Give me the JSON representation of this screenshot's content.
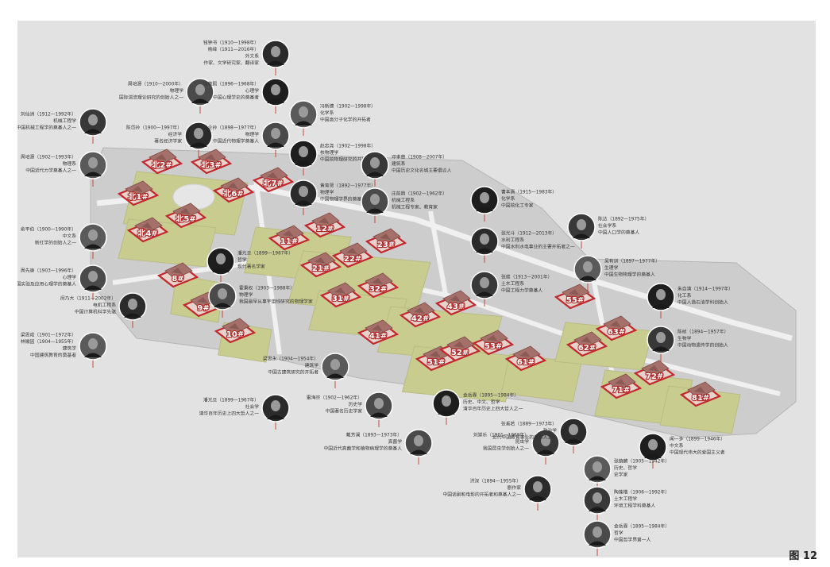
{
  "figure_label": "图 12",
  "buildings": [
    {
      "label": "北2#"
    },
    {
      "label": "北3#"
    },
    {
      "label": "北1#"
    },
    {
      "label": "北6#"
    },
    {
      "label": "北7#"
    },
    {
      "label": "北4#"
    },
    {
      "label": "北5#"
    },
    {
      "label": "11#"
    },
    {
      "label": "12#"
    },
    {
      "label": "21#"
    },
    {
      "label": "22#"
    },
    {
      "label": "23#"
    },
    {
      "label": "8#"
    },
    {
      "label": "9#"
    },
    {
      "label": "10#"
    },
    {
      "label": "31#"
    },
    {
      "label": "32#"
    },
    {
      "label": "41#"
    },
    {
      "label": "42#"
    },
    {
      "label": "43#"
    },
    {
      "label": "51#"
    },
    {
      "label": "52#"
    },
    {
      "label": "53#"
    },
    {
      "label": "61#"
    },
    {
      "label": "55#"
    },
    {
      "label": "62#"
    },
    {
      "label": "63#"
    },
    {
      "label": "71#"
    },
    {
      "label": "72#"
    },
    {
      "label": "81#"
    }
  ],
  "people": [
    {
      "name": "钱钟书（1910—1998年）",
      "line2": "杨绛（1911—2016年）",
      "dept": "外文系",
      "note": "作家、文学研究家、翻译家"
    },
    {
      "name": "周培源（1910—2000年）",
      "dept": "物理学",
      "note": "国际湍流理论研究的创始人之一"
    },
    {
      "name": "汪敬熙（1896—1968年）",
      "dept": "心理学",
      "note": "中国心理学史的奠基者"
    },
    {
      "name": "冯新德（1902—1998年）",
      "dept": "化学系",
      "note": "中国高分子化学的开拓者"
    },
    {
      "name": "刘仙洲（1912—1992年）",
      "dept": "机械工程学",
      "note": "中国机械工程学的奠基人之一"
    },
    {
      "name": "陈岱孙（1900—1997年）",
      "dept": "经济学",
      "note": "著名经济学家"
    },
    {
      "name": "叶企孙（1898—1977年）",
      "dept": "物理学",
      "note": "中国近代物理学奠基人"
    },
    {
      "name": "赵忠尧（1902—1998年）",
      "dept": "核物理学",
      "note": "中国核物理研究的开拓者"
    },
    {
      "name": "周培源（1902—1993年）",
      "dept": "物理系",
      "note": "中国近代力学奠基人之一"
    },
    {
      "name": "邓孝慈（1908—2007年）",
      "dept": "建筑系",
      "note": "中国历史文化名城主要倡议人"
    },
    {
      "name": "黄育贤（1892—1977年）",
      "dept": "物理学",
      "note": "中国物理学界的奠基人"
    },
    {
      "name": "庄前鼎（1902—1962年）",
      "dept": "机械工程系",
      "note": "机械工程专家、教育家"
    },
    {
      "name": "曹本熹（1915—1983年）",
      "dept": "化学系",
      "note": "中国核化工专家"
    },
    {
      "name": "俞平伯（1900—1990年）",
      "dept": "中文系",
      "note": "新红学的创始人之一"
    },
    {
      "name": "陈达（1892—1975年）",
      "dept": "社会学系",
      "note": "中国人口学的奠基人"
    },
    {
      "name": "张光斗（1912—2013年）",
      "dept": "水利工程系",
      "note": "中国水利水电事业的主要开拓者之一"
    },
    {
      "name": "周先庚（1903—1996年）",
      "dept": "心理学",
      "note": "中国实验及应用心理学的奠基人"
    },
    {
      "name": "潘光旦（1899—1967年）",
      "dept": "哲学",
      "note": "现代著名学家"
    },
    {
      "name": "吴有训（1897—1977年）",
      "dept": "生理学",
      "note": "中国生物物理学的奠基人"
    },
    {
      "name": "张维（1913—2001年）",
      "dept": "土木工程系",
      "note": "中国工程力学奠基人"
    },
    {
      "name": "闵乃大（1911—2002年）",
      "dept": "电机工程系",
      "note": "中国计算机科学先驱"
    },
    {
      "name": "霍秉权（1903—1988年）",
      "dept": "物理学",
      "note": "我国最早从事宇宙线研究的物理学家"
    },
    {
      "name": "朱自清（1914—1997年）",
      "dept": "化工系",
      "note": "中国人造石油学科创始人"
    },
    {
      "name": "梁思成（1901—1972年）",
      "line2": "林徽因（1904—1955年）",
      "dept": "建筑学",
      "note": "中国建筑教育的奠基者"
    },
    {
      "name": "陈桢（1894—1957年）",
      "dept": "生物学",
      "note": "中国动物遗传学的创始人"
    },
    {
      "name": "潘光旦（1899—1967年）",
      "dept": "社会学",
      "note": "清华百年历史上四大哲人之一"
    },
    {
      "name": "雷海宗（1902—1962年）",
      "dept": "历史学",
      "note": "中国著名历史学家"
    },
    {
      "name": "金岳霖（1895—1984年）",
      "dept": "历史、中文、哲学",
      "note": "清华百年历史上四大哲人之一"
    },
    {
      "name": "梁思永（1904—1954年）",
      "dept": "建筑学",
      "note": "中国古建筑研究的开拓者"
    },
    {
      "name": "刘崇乐（1901—1969年）",
      "dept": "昆虫学",
      "note": "我国昆虫学创始人之一"
    },
    {
      "name": "张奚若（1889—1973年）",
      "dept": "政治学",
      "note": "近代中国教育事业的奠基人之一"
    },
    {
      "name": "戴芳澜（1893—1973年）",
      "dept": "真菌学",
      "note": "中国近代真菌学和植物病理学的奠基人"
    },
    {
      "name": "闻一多（1899—1946年）",
      "dept": "中文系",
      "note": "中国现代伟大的爱国主义者"
    },
    {
      "name": "张荫麟（1905—1942年）",
      "dept": "历史、哲学",
      "note": "史学家"
    },
    {
      "name": "陶葆楷（1906—1992年）",
      "dept": "土木工程学",
      "note": "环境工程学科奠基人"
    },
    {
      "name": "洪深（1894—1955年）",
      "dept": "剧作家",
      "note": "中国话剧和电影的开拓者和奠基人之一"
    },
    {
      "name": "金岳霖（1895—1984年）",
      "dept": "哲学",
      "note": "中国哲学界第一人"
    }
  ]
}
